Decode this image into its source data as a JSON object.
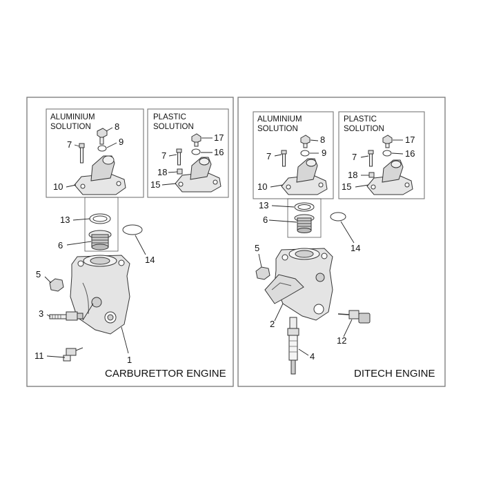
{
  "panels": [
    {
      "engine_label": "CARBURETTOR ENGINE",
      "insets": [
        {
          "line1": "ALUMINIUM",
          "line2": "SOLUTION"
        },
        {
          "line1": "PLASTIC",
          "line2": "SOLUTION"
        }
      ]
    },
    {
      "engine_label": "DITECH ENGINE",
      "insets": [
        {
          "line1": "ALUMINIUM",
          "line2": "SOLUTION"
        },
        {
          "line1": "PLASTIC",
          "line2": "SOLUTION"
        }
      ]
    }
  ],
  "callouts": {
    "left": [
      "8",
      "9",
      "7",
      "10",
      "17",
      "16",
      "7",
      "18",
      "15",
      "13",
      "6",
      "14",
      "5",
      "3",
      "11",
      "1"
    ],
    "right": [
      "8",
      "9",
      "7",
      "10",
      "17",
      "16",
      "7",
      "18",
      "15",
      "13",
      "6",
      "14",
      "5",
      "2",
      "12",
      "4"
    ]
  }
}
